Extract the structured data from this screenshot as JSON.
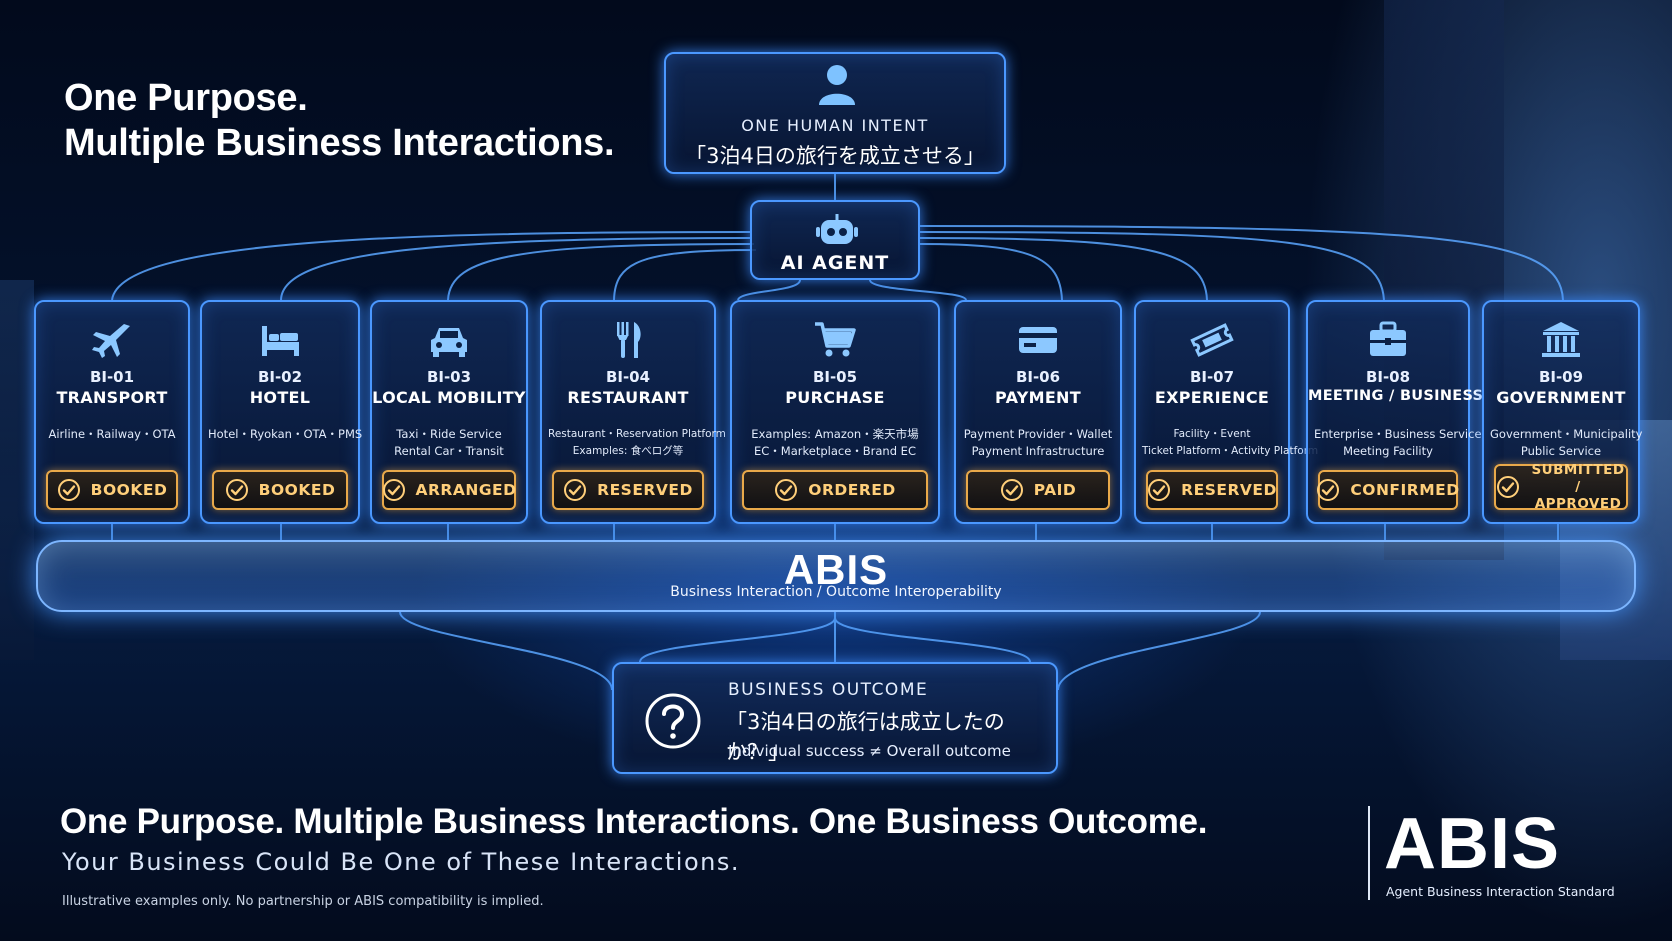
{
  "headline": {
    "line1": "One Purpose.",
    "line2": "Multiple Business Interactions."
  },
  "intent": {
    "label": "ONE HUMAN INTENT",
    "value": "「3泊4日の旅行を成立させる」",
    "icon": "user-icon"
  },
  "agent": {
    "label": "AI AGENT",
    "icon": "robot-icon"
  },
  "cards": [
    {
      "code": "BI-01",
      "name": "TRANSPORT",
      "ex1": "Airline・Railway・OTA",
      "ex2": "",
      "status": "BOOKED",
      "status2": "",
      "icon": "airplane-icon"
    },
    {
      "code": "BI-02",
      "name": "HOTEL",
      "ex1": "Hotel・Ryokan・OTA・PMS",
      "ex2": "",
      "status": "BOOKED",
      "status2": "",
      "icon": "bed-icon"
    },
    {
      "code": "BI-03",
      "name": "LOCAL MOBILITY",
      "ex1": "Taxi・Ride Service",
      "ex2": "Rental Car・Transit",
      "status": "ARRANGED",
      "status2": "",
      "icon": "car-icon"
    },
    {
      "code": "BI-04",
      "name": "RESTAURANT",
      "ex1": "Restaurant・Reservation Platform",
      "ex2": "Examples: 食べログ等",
      "status": "RESERVED",
      "status2": "",
      "icon": "cutlery-icon"
    },
    {
      "code": "BI-05",
      "name": "PURCHASE",
      "ex1": "Examples: Amazon・楽天市場",
      "ex2": "EC・Marketplace・Brand EC",
      "status": "ORDERED",
      "status2": "",
      "icon": "cart-icon"
    },
    {
      "code": "BI-06",
      "name": "PAYMENT",
      "ex1": "Payment Provider・Wallet",
      "ex2": "Payment Infrastructure",
      "status": "PAID",
      "status2": "",
      "icon": "credit-card-icon"
    },
    {
      "code": "BI-07",
      "name": "EXPERIENCE",
      "ex1": "Facility・Event",
      "ex2": "Ticket Platform・Activity Platform",
      "status": "RESERVED",
      "status2": "",
      "icon": "ticket-icon"
    },
    {
      "code": "BI-08",
      "name": "MEETING / BUSINESS",
      "ex1": "Enterprise・Business Service",
      "ex2": "Meeting Facility",
      "status": "CONFIRMED",
      "status2": "",
      "icon": "briefcase-icon"
    },
    {
      "code": "BI-09",
      "name": "GOVERNMENT",
      "ex1": "Government・Municipality",
      "ex2": "Public Service",
      "status": "SUBMITTED /",
      "status2": "APPROVED",
      "icon": "government-building-icon"
    }
  ],
  "platform": {
    "title": "ABIS",
    "subtitle": "Business Interaction / Outcome Interoperability"
  },
  "outcome": {
    "label": "BUSINESS OUTCOME",
    "value": "「3泊4日の旅行は成立したのか？」",
    "note": "Individual success ≠ Overall outcome",
    "icon": "question-circle-icon"
  },
  "footer": {
    "tagline": "One Purpose. Multiple Business Interactions. One Business Outcome.",
    "subline": "Your Business Could Be One of These Interactions.",
    "disclaimer": "Illustrative examples only. No partnership or ABIS compatibility is implied.",
    "logo": "ABIS",
    "logo_sub": "Agent Business Interaction Standard"
  },
  "colors": {
    "glow": "#4b98ff",
    "status_border": "#e9a94a",
    "status_text": "#ffcf7a",
    "background": "#04132f"
  }
}
